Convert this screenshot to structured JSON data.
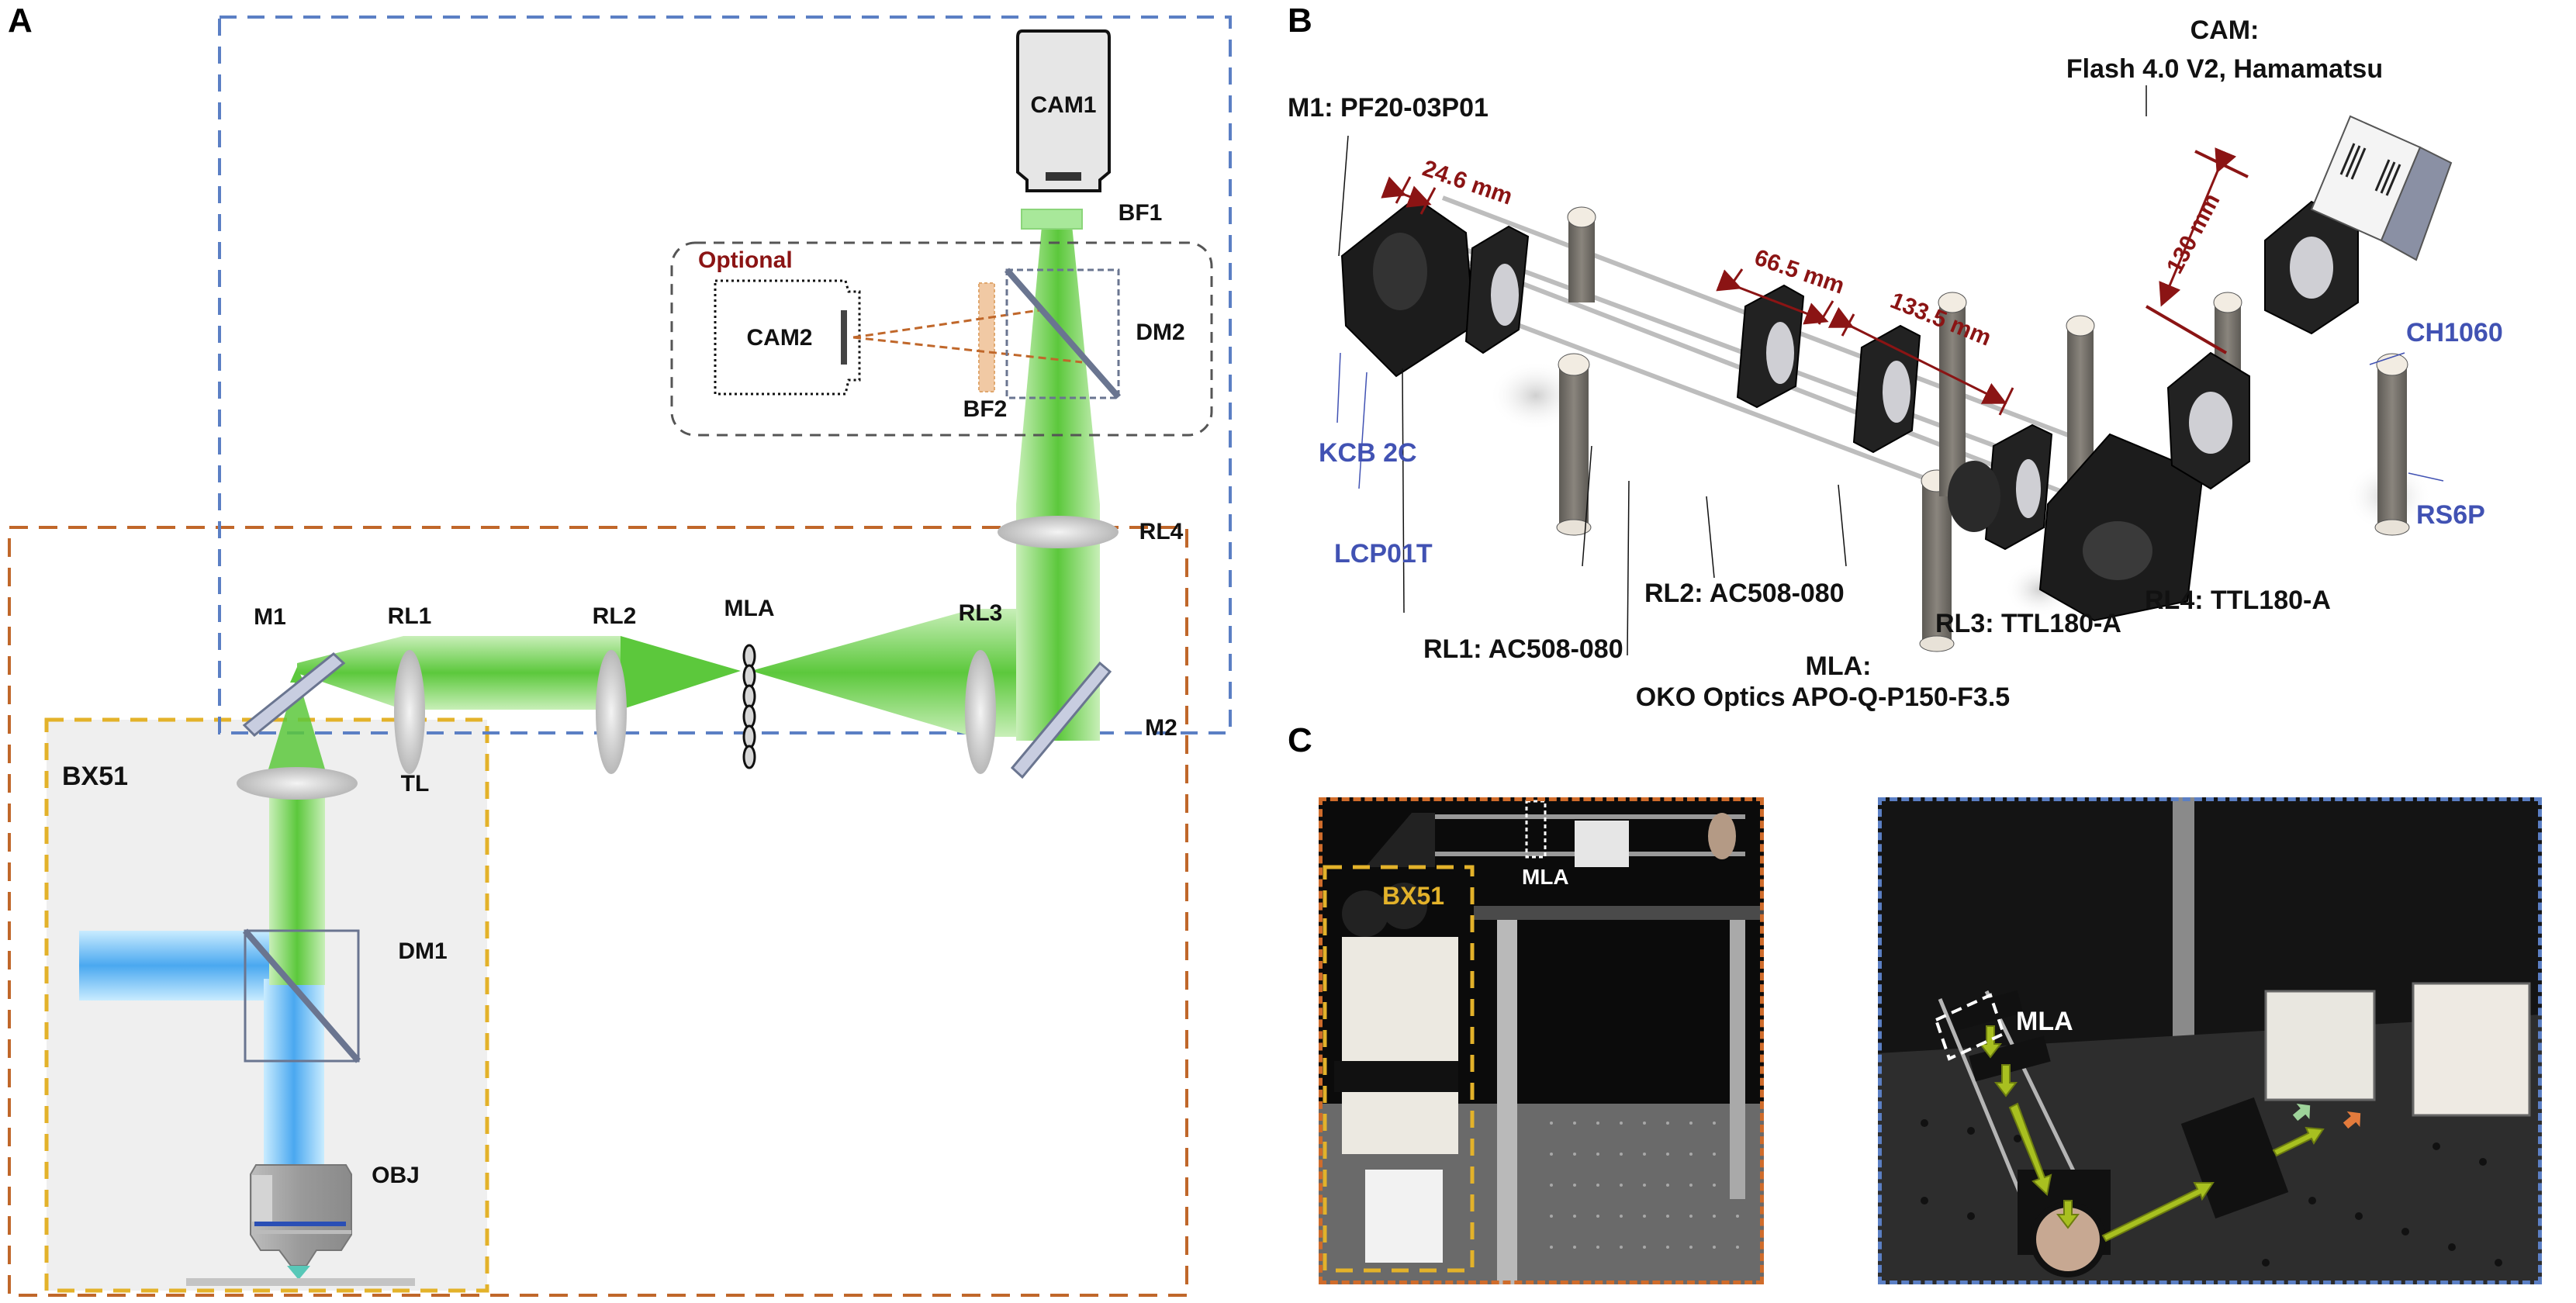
{
  "panels": {
    "a": {
      "letter": "A",
      "components": {
        "cam1": "CAM1",
        "bf1": "BF1",
        "optional": "Optional",
        "cam2": "CAM2",
        "dm2": "DM2",
        "bf2": "BF2",
        "rl4": "RL4",
        "m1": "M1",
        "rl1": "RL1",
        "rl2": "RL2",
        "mla": "MLA",
        "rl3": "RL3",
        "m2": "M2",
        "bx51": "BX51",
        "tl": "TL",
        "dm1": "DM1",
        "obj": "OBJ"
      },
      "colors": {
        "blue_box": "#5b7fc4",
        "orange_box": "#c0672a",
        "yellow_box": "#e3b22a",
        "green_beam": "#5cc83c",
        "blue_beam": "#4aa8f0",
        "optional_title": "#8b1414"
      }
    },
    "b": {
      "letter": "B",
      "labels": {
        "m1": "M1: PF20-03P01",
        "cam_title": "CAM:",
        "cam_model": "Flash 4.0 V2, Hamamatsu",
        "kcb": "KCB 2C",
        "lcp": "LCP01T",
        "rl1": "RL1: AC508-080",
        "rl2": "RL2: AC508-080",
        "mla_title": "MLA:",
        "mla_model": "OKO Optics APO-Q-P150-F3.5",
        "rl3": "RL3: TTL180-A",
        "rl4": "RL4: TTL180-A",
        "ch": "CH1060",
        "rs": "RS6P"
      },
      "dimensions": {
        "d1": "24.6 mm",
        "d2": "66.5 mm",
        "d3": "133.5 mm",
        "d4": "130 mm"
      }
    },
    "c": {
      "letter": "C",
      "left_photo": {
        "bx51": "BX51",
        "mla": "MLA"
      },
      "right_photo": {
        "mla": "MLA"
      }
    }
  }
}
